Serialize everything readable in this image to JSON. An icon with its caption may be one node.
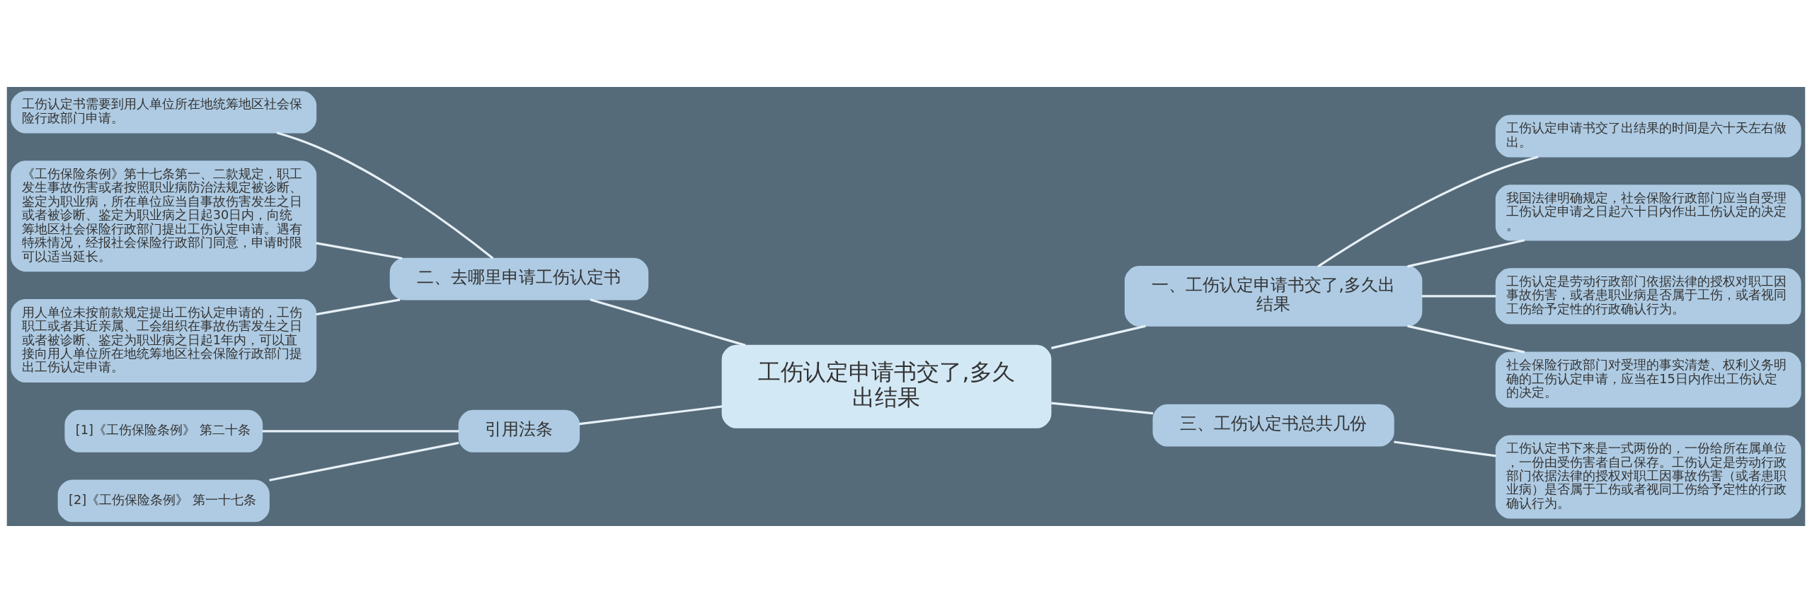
{
  "diagram": {
    "nodes": [
      {
        "text": [
          "工伤认定申请书交了,多久出结果"
        ]
      },
      {
        "text": [
          "一、工伤认定申请书交了,多久出结果"
        ]
      },
      {
        "text": [
          "工伤认定申请书交了出结果的时间是六十天左右做出。"
        ]
      },
      {
        "text": [
          "我国法律明确规定，社会保险行政部门应当自受理工伤认定申请之日起六十日内作出工伤认定的决定。"
        ]
      },
      {
        "text": [
          "工伤认定是劳动行政部门依据法律的授权对职工因事故伤害，或者患职业病是否属于工伤，或者视同工伤给予定性的行政确认行为。"
        ]
      },
      {
        "text": [
          "社会保险行政部门对受理的事实清楚、权利义务明确的工伤认定申请，应当在15日内作出工伤认定的决定。"
        ]
      },
      {
        "text": [
          "二、去哪里申请工伤认定书"
        ]
      },
      {
        "text": [
          "工伤认定书需要到用人单位所在地统筹地区社会保险行政部门申请。"
        ]
      },
      {
        "text": [
          "《工伤保险条例》第十七条第一、二款规定，职工发生事故伤害或者按照职业病防治法规定被诊断、鉴定为职业病，所在单位应当自事故伤害发生之日或者被诊断、鉴定为职业病之日起30日内，向统筹地区社会保险行政部门提出工伤认定申请。遇有特殊情况，经报社会保险行政部门同意，申请时限可以适当延长。"
        ]
      },
      {
        "text": [
          "用人单位未按前款规定提出工伤认定申请的，工伤职工或者其近亲属、工会组织在事故伤害发生之日或者被诊断、鉴定为职业病之日起1年内，可以直接向用人单位所在地统筹地区社会保险行政部门提出工伤认定申请。"
        ]
      },
      {
        "text": [
          "三、工伤认定书总共几份"
        ]
      },
      {
        "text": [
          "工伤认定书下来是一式两份的，一份给所在属单位，一份由受伤害者自己保存。工伤认定是劳动行政部门依据法律的授权对职工因事故伤害（或者患职业病）是否属于工伤或者视同工伤给予定性的行政确认行为。"
        ]
      },
      {
        "text": [
          "引用法条"
        ]
      },
      {
        "text": [
          "[1]《工伤保险条例》 第二十条"
        ]
      },
      {
        "text": [
          "[2]《工伤保险条例》 第一十七条"
        ]
      }
    ],
    "edges": [
      {
        "from": 0,
        "to": 1,
        "arrow": "none"
      },
      {
        "from": 1,
        "to": 2,
        "arrow": "none"
      },
      {
        "from": 1,
        "to": 3,
        "arrow": "none"
      },
      {
        "from": 1,
        "to": 4,
        "arrow": "none"
      },
      {
        "from": 1,
        "to": 5,
        "arrow": "none"
      },
      {
        "from": 0,
        "to": 6,
        "arrow": "none"
      },
      {
        "from": 6,
        "to": 7,
        "arrow": "none"
      },
      {
        "from": 6,
        "to": 8,
        "arrow": "none"
      },
      {
        "from": 6,
        "to": 9,
        "arrow": "none"
      },
      {
        "from": 0,
        "to": 10,
        "arrow": "none"
      },
      {
        "from": 10,
        "to": 11,
        "arrow": "none"
      },
      {
        "from": 0,
        "to": 12,
        "arrow": "none"
      },
      {
        "from": 12,
        "to": 13,
        "arrow": "none"
      },
      {
        "from": 12,
        "to": 14,
        "arrow": "none"
      }
    ]
  }
}
